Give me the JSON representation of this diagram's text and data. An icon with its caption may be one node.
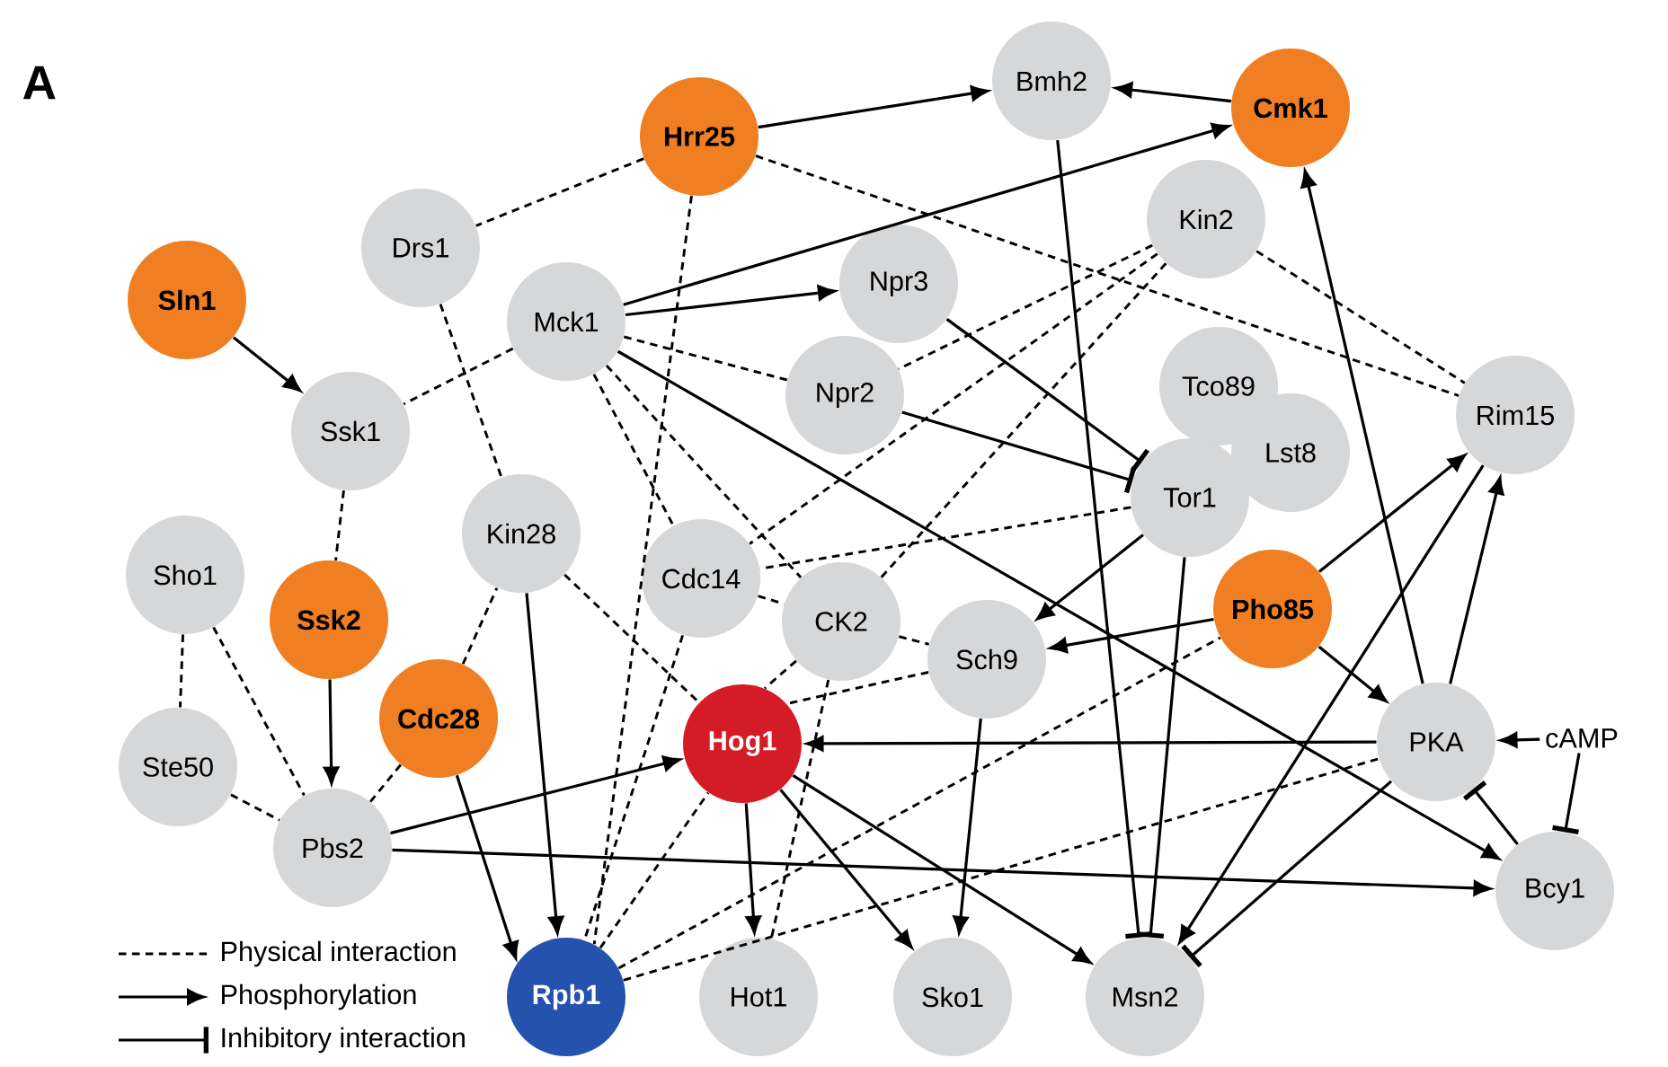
{
  "diagram": {
    "nodes": [
      {
        "text": [
          "Bmh2"
        ]
      },
      {
        "text": [
          "Cmk1"
        ]
      },
      {
        "text": [
          "Hrr25"
        ]
      },
      {
        "text": [
          "Kin2"
        ]
      },
      {
        "text": [
          "Drs1"
        ]
      },
      {
        "text": [
          "Npr3"
        ]
      },
      {
        "text": [
          "Sln1"
        ]
      },
      {
        "text": [
          "Mck1"
        ]
      },
      {
        "text": [
          "Tco89"
        ]
      },
      {
        "text": [
          "Npr2"
        ]
      },
      {
        "text": [
          "Rim15"
        ]
      },
      {
        "text": [
          "Ssk1"
        ]
      },
      {
        "text": [
          "Lst8"
        ]
      },
      {
        "text": [
          "Tor1"
        ]
      },
      {
        "text": [
          "Kin28"
        ]
      },
      {
        "text": [
          "Sho1"
        ]
      },
      {
        "text": [
          "Cdc14"
        ]
      },
      {
        "text": [
          "Pho85"
        ]
      },
      {
        "text": [
          "Ssk2"
        ]
      },
      {
        "text": [
          "CK2"
        ]
      },
      {
        "text": [
          "Sch9"
        ]
      },
      {
        "text": [
          "Cdc28"
        ]
      },
      {
        "text": [
          "cAMP"
        ]
      },
      {
        "text": [
          "PKA"
        ]
      },
      {
        "text": [
          "Hog1"
        ]
      },
      {
        "text": [
          "Ste50"
        ]
      },
      {
        "text": [
          "Pbs2"
        ]
      },
      {
        "text": [
          "Bcy1"
        ]
      },
      {
        "text": [
          "Rpb1"
        ]
      },
      {
        "text": [
          "Hot1"
        ]
      },
      {
        "text": [
          "Sko1"
        ]
      },
      {
        "text": [
          "Msn2"
        ]
      }
    ],
    "edges": [
      {
        "from": 6,
        "to": 11,
        "arrow": "to"
      },
      {
        "from": 18,
        "to": 26,
        "arrow": "to"
      },
      {
        "from": 2,
        "to": 0,
        "arrow": "to"
      },
      {
        "from": 1,
        "to": 0,
        "arrow": "to"
      },
      {
        "from": 7,
        "to": 1,
        "arrow": "to"
      },
      {
        "from": 7,
        "to": 5,
        "arrow": "to"
      },
      {
        "from": 7,
        "to": 27,
        "arrow": "to"
      },
      {
        "from": 26,
        "to": 24,
        "arrow": "to"
      },
      {
        "from": 26,
        "to": 27,
        "arrow": "to"
      },
      {
        "from": 21,
        "to": 28,
        "arrow": "to"
      },
      {
        "from": 14,
        "to": 28,
        "arrow": "to"
      },
      {
        "from": 24,
        "to": 29,
        "arrow": "to"
      },
      {
        "from": 24,
        "to": 30,
        "arrow": "to"
      },
      {
        "from": 24,
        "to": 31,
        "arrow": "to"
      },
      {
        "from": 23,
        "to": 24,
        "arrow": "to"
      },
      {
        "from": 20,
        "to": 30,
        "arrow": "to"
      },
      {
        "from": 13,
        "to": 20,
        "arrow": "to"
      },
      {
        "from": 17,
        "to": 20,
        "arrow": "to"
      },
      {
        "from": 17,
        "to": 23,
        "arrow": "to"
      },
      {
        "from": 17,
        "to": 10,
        "arrow": "to"
      },
      {
        "from": 23,
        "to": 1,
        "arrow": "to"
      },
      {
        "from": 23,
        "to": 10,
        "arrow": "to"
      },
      {
        "from": 10,
        "to": 31,
        "arrow": "to"
      },
      {
        "from": 22,
        "to": 23,
        "arrow": "to"
      },
      {
        "from": 5,
        "to": 13,
        "arrow": "other"
      },
      {
        "from": 9,
        "to": 13,
        "arrow": "other"
      },
      {
        "from": 0,
        "to": 31,
        "arrow": "other"
      },
      {
        "from": 13,
        "to": 31,
        "arrow": "other"
      },
      {
        "from": 23,
        "to": 31,
        "arrow": "other"
      },
      {
        "from": 27,
        "to": 23,
        "arrow": "other"
      },
      {
        "from": 22,
        "to": 27,
        "arrow": "other"
      },
      {
        "from": 2,
        "to": 4,
        "arrow": "none",
        "style": "dashed"
      },
      {
        "from": 2,
        "to": 10,
        "arrow": "none",
        "style": "dashed"
      },
      {
        "from": 3,
        "to": 10,
        "arrow": "none",
        "style": "dashed"
      },
      {
        "from": 2,
        "to": 28,
        "arrow": "none",
        "style": "dashed"
      },
      {
        "from": 4,
        "to": 14,
        "arrow": "none",
        "style": "dashed"
      },
      {
        "from": 7,
        "to": 11,
        "arrow": "none",
        "style": "dashed"
      },
      {
        "from": 7,
        "to": 9,
        "arrow": "none",
        "style": "dashed"
      },
      {
        "from": 7,
        "to": 16,
        "arrow": "none",
        "style": "dashed"
      },
      {
        "from": 7,
        "to": 19,
        "arrow": "none",
        "style": "dashed"
      },
      {
        "from": 11,
        "to": 18,
        "arrow": "none",
        "style": "dashed"
      },
      {
        "from": 15,
        "to": 25,
        "arrow": "none",
        "style": "dashed"
      },
      {
        "from": 15,
        "to": 26,
        "arrow": "none",
        "style": "dashed"
      },
      {
        "from": 25,
        "to": 26,
        "arrow": "none",
        "style": "dashed"
      },
      {
        "from": 21,
        "to": 26,
        "arrow": "none",
        "style": "dashed"
      },
      {
        "from": 21,
        "to": 14,
        "arrow": "none",
        "style": "dashed"
      },
      {
        "from": 14,
        "to": 24,
        "arrow": "none",
        "style": "dashed"
      },
      {
        "from": 3,
        "to": 9,
        "arrow": "none",
        "style": "dashed"
      },
      {
        "from": 3,
        "to": 16,
        "arrow": "none",
        "style": "dashed"
      },
      {
        "from": 3,
        "to": 19,
        "arrow": "none",
        "style": "dashed"
      },
      {
        "from": 13,
        "to": 16,
        "arrow": "none",
        "style": "dashed"
      },
      {
        "from": 16,
        "to": 19,
        "arrow": "none",
        "style": "dashed"
      },
      {
        "from": 19,
        "to": 20,
        "arrow": "none",
        "style": "dashed"
      },
      {
        "from": 19,
        "to": 24,
        "arrow": "none",
        "style": "dashed"
      },
      {
        "from": 19,
        "to": 29,
        "arrow": "none",
        "style": "dashed"
      },
      {
        "from": 20,
        "to": 24,
        "arrow": "none",
        "style": "dashed"
      },
      {
        "from": 16,
        "to": 28,
        "arrow": "none",
        "style": "dashed"
      },
      {
        "from": 28,
        "to": 24,
        "arrow": "none",
        "style": "dashed"
      },
      {
        "from": 28,
        "to": 17,
        "arrow": "none",
        "style": "dashed"
      },
      {
        "from": 28,
        "to": 23,
        "arrow": "none",
        "style": "dashed"
      }
    ],
    "labels": [
      "A"
    ],
    "legend": [
      {
        "text": "Physical interaction"
      },
      {
        "text": "Phosphorylation"
      },
      {
        "text": "Inhibitory interaction"
      }
    ]
  }
}
